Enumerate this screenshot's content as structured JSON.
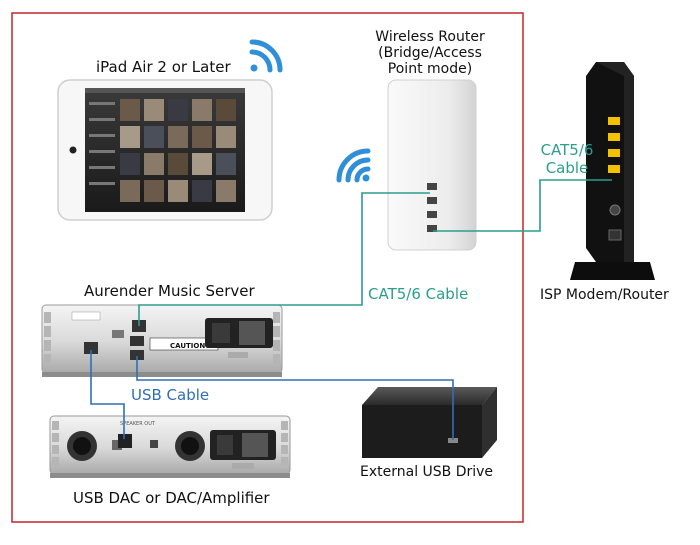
{
  "labels": {
    "ipad": "iPad Air 2 or Later",
    "router": [
      "Wireless Router",
      "(Bridge/Access",
      "Point mode)"
    ],
    "modem": "ISP Modem/Router",
    "server": "Aurender Music Server",
    "cable_router_server": "CAT5/6 Cable",
    "cable_router_modem": [
      "CAT5/6",
      "Cable"
    ],
    "usb_cable": "USB Cable",
    "drive": "External USB Drive",
    "dac": "USB DAC or DAC/Amplifier"
  },
  "device_print": {
    "caution": "CAUTION",
    "speaker_out": "SPEAKER OUT"
  },
  "colors": {
    "border": "#c0272d",
    "ethernet_cable": "#2a9d8f",
    "usb_cable": "#2f6fb5",
    "wifi": "#2f8fd8",
    "modem_port": "#f2c200"
  }
}
